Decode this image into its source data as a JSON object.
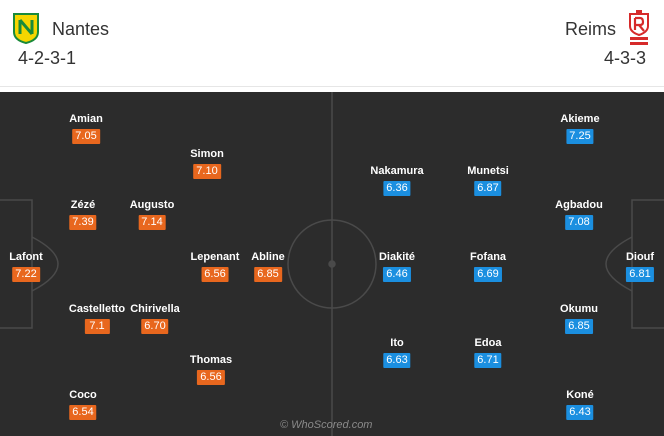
{
  "home": {
    "name": "Nantes",
    "formation": "4-2-3-1",
    "crest_icon": "nantes-crest-icon",
    "rating_color": "#e8671e",
    "players": [
      {
        "name": "Amian",
        "rating": "7.05"
      },
      {
        "name": "Simon",
        "rating": "7.10"
      },
      {
        "name": "Zézé",
        "rating": "7.39"
      },
      {
        "name": "Augusto",
        "rating": "7.14"
      },
      {
        "name": "Lafont",
        "rating": "7.22"
      },
      {
        "name": "Lepenant",
        "rating": "6.56"
      },
      {
        "name": "Abline",
        "rating": "6.85"
      },
      {
        "name": "Castelletto",
        "rating": "7.1"
      },
      {
        "name": "Chirivella",
        "rating": "6.70"
      },
      {
        "name": "Thomas",
        "rating": "6.56"
      },
      {
        "name": "Coco",
        "rating": "6.54"
      }
    ]
  },
  "away": {
    "name": "Reims",
    "formation": "4-3-3",
    "crest_icon": "reims-crest-icon",
    "rating_color": "#1b8fe0",
    "players": [
      {
        "name": "Akieme",
        "rating": "7.25"
      },
      {
        "name": "Nakamura",
        "rating": "6.36"
      },
      {
        "name": "Munetsi",
        "rating": "6.87"
      },
      {
        "name": "Agbadou",
        "rating": "7.08"
      },
      {
        "name": "Diakité",
        "rating": "6.46"
      },
      {
        "name": "Fofana",
        "rating": "6.69"
      },
      {
        "name": "Diouf",
        "rating": "6.81"
      },
      {
        "name": "Okumu",
        "rating": "6.85"
      },
      {
        "name": "Ito",
        "rating": "6.63"
      },
      {
        "name": "Edoa",
        "rating": "6.71"
      },
      {
        "name": "Koné",
        "rating": "6.43"
      }
    ]
  },
  "watermark": "© WhoScored.com",
  "pitch_color": "#2c2c2c"
}
